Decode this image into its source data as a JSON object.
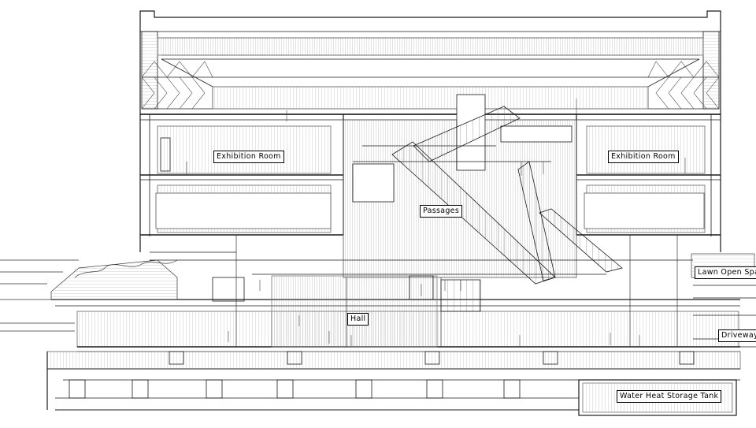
{
  "labels": {
    "exhibition_left": "Exhibition Room",
    "exhibition_right": "Exhibition Room",
    "passages": "Passages",
    "hall": "Hall",
    "lawn": "Lawn Open Space",
    "driveway": "Driveway",
    "tank": "Water Heat Storage Tank"
  },
  "colors": {
    "ink": "#1a1a1a",
    "fine": "#555555",
    "bg": "#ffffff"
  }
}
